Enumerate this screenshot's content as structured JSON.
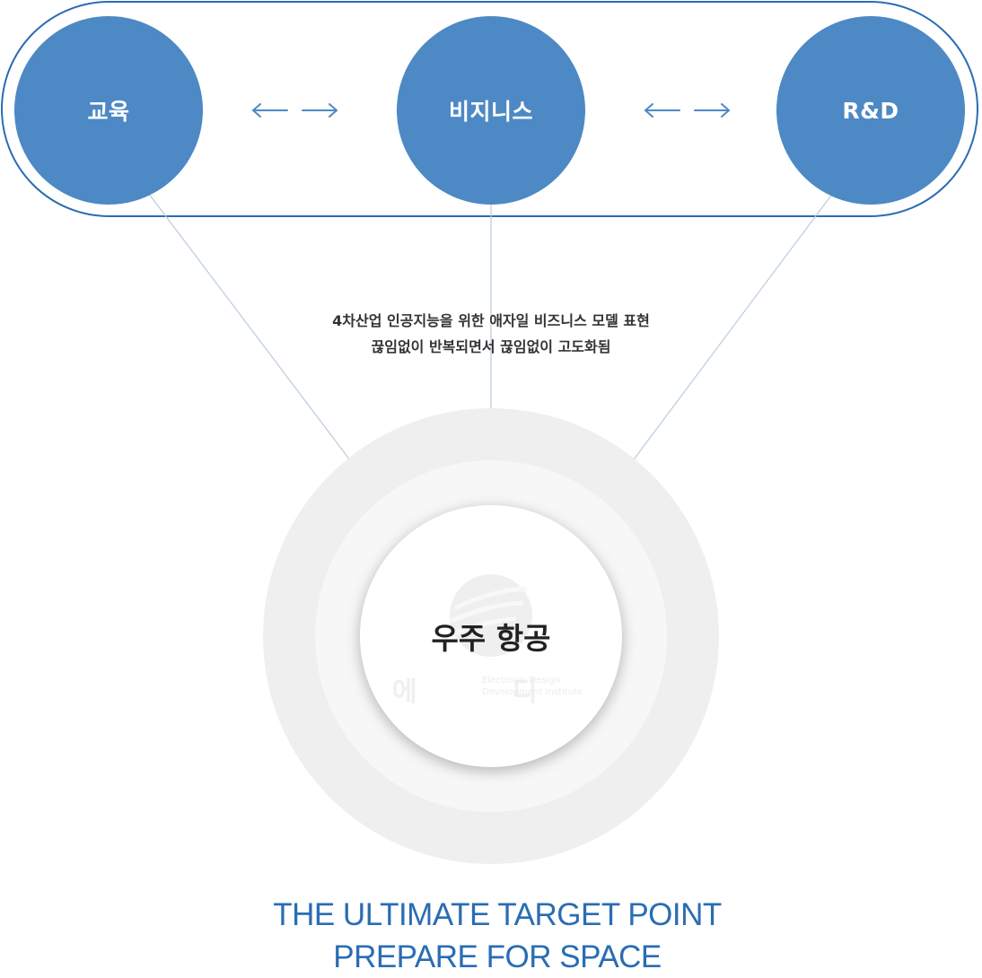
{
  "nodes": {
    "education": "교육",
    "business": "비지니스",
    "rnd": "R&D"
  },
  "description": {
    "line1": "4차산업 인공지능을 위한 애자일 비즈니스 모델 표현",
    "line2": "끊임없이 반복되면서 끊임없이 고도화됨"
  },
  "center": {
    "title": "우주 항공"
  },
  "watermark": {
    "korean": "에 디",
    "english_line1": "Electronic Design",
    "english_line2": "Development Institute"
  },
  "footer": {
    "line1": "THE ULTIMATE TARGET POINT",
    "line2": "PREPARE FOR SPACE"
  },
  "colors": {
    "node_fill": "#4d89c4",
    "pill_border": "#2a6db3",
    "footer_text": "#2a6db3",
    "connector_line": "#b9cbe0"
  }
}
